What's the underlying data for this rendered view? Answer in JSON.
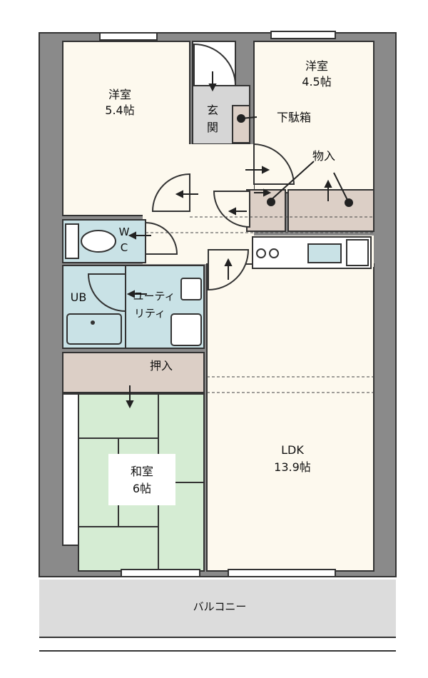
{
  "rooms": {
    "western_left": {
      "name": "洋室",
      "size": "5.4帖"
    },
    "western_right": {
      "name": "洋室",
      "size": "4.5帖"
    },
    "entrance": {
      "name": "玄",
      "name2": "関"
    },
    "shoe_cabinet": {
      "label": "下駄箱"
    },
    "storage": {
      "label": "物入"
    },
    "wc": {
      "w": "W",
      "c": "C"
    },
    "ub": {
      "label": "UB"
    },
    "utility": {
      "line1": "ユーティ",
      "line2": "リティ"
    },
    "closet": {
      "label": "押入"
    },
    "japanese": {
      "name": "和室",
      "size": "6帖"
    },
    "ldk": {
      "name": "LDK",
      "size": "13.9帖"
    },
    "balcony": {
      "label": "バルコニー"
    }
  },
  "colors": {
    "wall": "#8a8a8a",
    "wall_edge": "#333333",
    "room_cream": "#fdf9ee",
    "wet_area": "#c9e2e6",
    "storage": "#dccfc6",
    "tatami": "#d5ecd3",
    "entrance": "#d6d6d6",
    "balcony": "#dcdcdc"
  }
}
